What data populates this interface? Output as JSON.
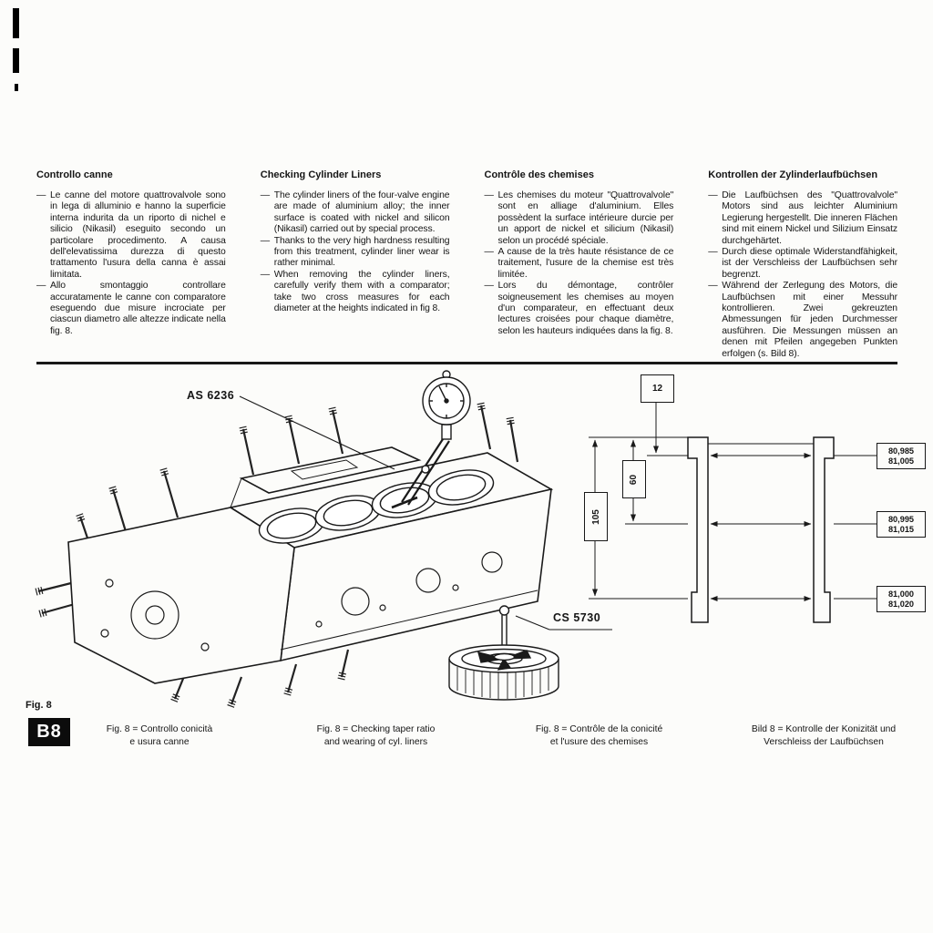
{
  "bullet": "—",
  "page": {
    "fig_label": "Fig. 8",
    "section_badge": "B8"
  },
  "columns": [
    {
      "title": "Controllo canne",
      "paragraphs": [
        "Le canne del motore quattrovalvole sono in lega di alluminio e hanno la superficie interna indurita da un riporto di nichel e silicio (Nikasil) eseguito secondo un particolare procedimento. A causa dell'elevatissima durezza di questo trattamento l'usura della canna è assai limitata.",
        "Allo smontaggio controllare accuratamente le canne con comparatore eseguendo due misure incrociate per ciascun diametro alle altezze indicate nella fig. 8.",
        ""
      ]
    },
    {
      "title": "Checking Cylinder Liners",
      "paragraphs": [
        "The cylinder liners of the four-valve engine are made of aluminium alloy; the inner surface is coated with nickel and silicon (Nikasil) carried out by special process.",
        "Thanks to the very high hardness resulting from this treatment, cylinder liner wear is rather minimal.",
        "When removing the cylinder liners, carefully verify them with a comparator; take two cross measures for each diameter at the heights indicated in fig 8."
      ]
    },
    {
      "title": "Contrôle des chemises",
      "paragraphs": [
        "Les chemises du moteur \"Quattrovalvole\" sont en alliage d'aluminium. Elles possèdent la surface intérieure durcie per un apport de nickel et silicium (Nikasil) selon un procédé spéciale.",
        "A cause de la très haute résistance de ce traitement, l'usure de la chemise est très limitée.",
        "Lors du démontage, contrôler soigneusement les chemises au moyen d'un comparateur, en effectuant deux lectures croisées pour chaque diamètre, selon les hauteurs indiquées dans la fig. 8."
      ]
    },
    {
      "title": "Kontrollen der Zylinderlaufbüchsen",
      "paragraphs": [
        "Die Laufbüchsen des \"Quattrovalvole\" Motors sind aus leichter Aluminium Legierung hergestellt. Die inneren Flächen sind mit einem Nickel und Silizium Einsatz durchgehärtet.",
        "Durch diese optimale Widerstandfähigkeit, ist der Verschleiss der Laufbüchsen sehr begrenzt.",
        "Während der Zerlegung des Motors, die Laufbüchsen mit einer Messuhr kontrollieren. Zwei gekreuzten Abmessungen für jeden Durchmesser ausführen. Die Messungen müssen an denen mit Pfeilen angegeben Punkten erfolgen (s. Bild 8)."
      ]
    }
  ],
  "figure": {
    "tools": {
      "gauge": "AS 6236",
      "disc": "CS 5730"
    },
    "dims": {
      "d12": "12",
      "d60": "60",
      "d105": "105"
    },
    "bores": [
      {
        "min": "80,985",
        "max": "81,005"
      },
      {
        "min": "80,995",
        "max": "81,015"
      },
      {
        "min": "81,000",
        "max": "81,020"
      }
    ]
  },
  "captions": [
    {
      "line1": "Fig. 8 = Controllo conicità",
      "line2": "e usura canne"
    },
    {
      "line1": "Fig. 8 = Checking taper ratio",
      "line2": "and wearing of cyl. liners"
    },
    {
      "line1": "Fig. 8 = Contrôle de la conicité",
      "line2": "et l'usure des chemises"
    },
    {
      "line1": "Bild 8 = Kontrolle der Konizität und",
      "line2": "Verschleiss der Laufbüchsen"
    }
  ]
}
